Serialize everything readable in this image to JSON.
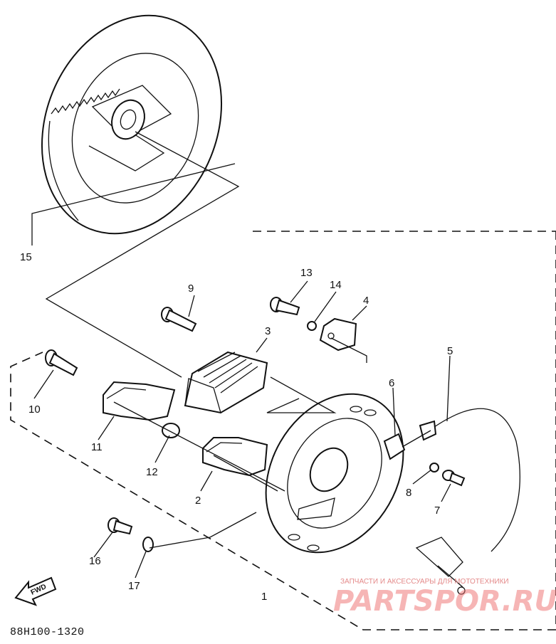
{
  "callouts": {
    "c1": "1",
    "c2": "2",
    "c3": "3",
    "c4": "4",
    "c5": "5",
    "c6": "6",
    "c7": "7",
    "c8": "8",
    "c9": "9",
    "c10": "10",
    "c11": "11",
    "c12": "12",
    "c13": "13",
    "c14": "14",
    "c15": "15",
    "c16": "16",
    "c17": "17"
  },
  "fwd_label": "FWD",
  "diagram_code": "88H100-1320",
  "watermark": {
    "tagline": "ЗАПЧАСТИ И АКСЕССУАРЫ ДЛЯ МОТОТЕХНИКИ",
    "brand": "PARTSPOR.RU"
  }
}
